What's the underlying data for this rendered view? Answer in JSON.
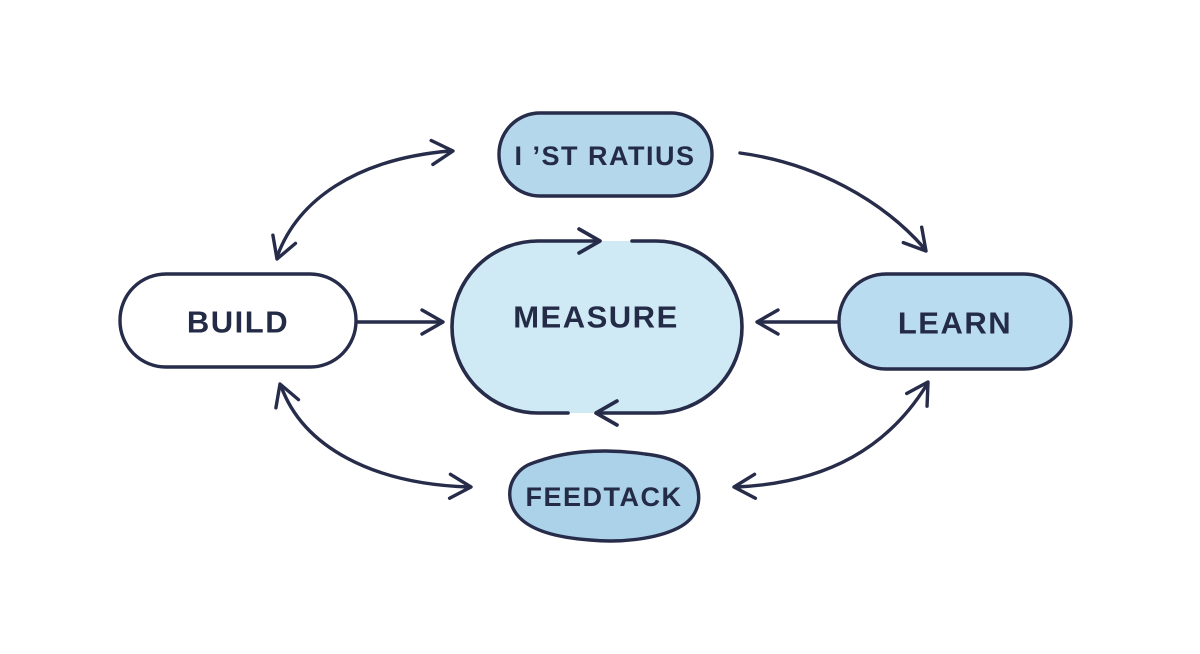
{
  "diagram": {
    "name": "build-measure-learn-loop",
    "background": "#ffffff",
    "stroke_color": "#262c49",
    "text_color": "#242b47",
    "nodes": {
      "build": {
        "label": "BUILD",
        "fill": "#ffffff"
      },
      "measure": {
        "label": "MEASURE",
        "fill": "#cfeaf5"
      },
      "learn": {
        "label": "LEARN",
        "fill": "#badcf0"
      },
      "top": {
        "label": "I ’ST RATIUS",
        "fill": "#b4d7ec"
      },
      "feedback": {
        "label": "FEEDTACK",
        "fill": "#abd2e8"
      }
    },
    "edges": [
      {
        "from": "build",
        "to": "top",
        "bidirectional": true
      },
      {
        "from": "top",
        "to": "learn",
        "bidirectional": false
      },
      {
        "from": "build",
        "to": "measure",
        "bidirectional": false
      },
      {
        "from": "learn",
        "to": "measure",
        "bidirectional": false
      },
      {
        "from": "build",
        "to": "feedback",
        "bidirectional": true
      },
      {
        "from": "feedback",
        "to": "learn",
        "bidirectional": true
      },
      {
        "from": "measure",
        "to": "measure",
        "bidirectional": false,
        "note": "self-cycle ring with two arrowheads"
      }
    ]
  }
}
